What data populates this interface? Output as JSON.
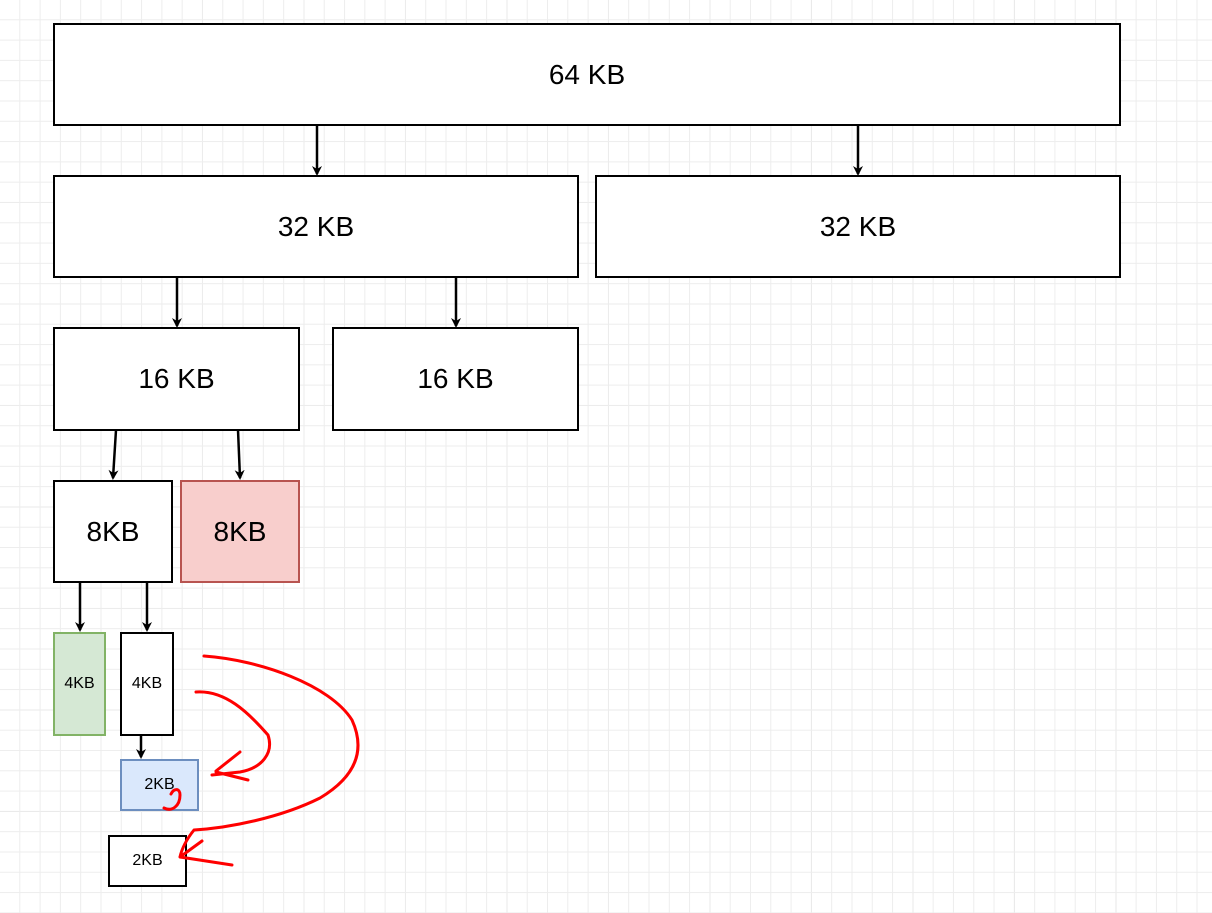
{
  "colors": {
    "node_border_default": "#000000",
    "node_fill_default": "#ffffff",
    "highlight_red_fill": "#f8cecc",
    "highlight_red_border": "#b85450",
    "highlight_green_fill": "#d5e8d4",
    "highlight_green_border": "#82b366",
    "highlight_blue_fill": "#dae8fc",
    "highlight_blue_border": "#6c8ebf",
    "annotation_stroke": "#ff0000"
  },
  "nodes": {
    "n64": "64 KB",
    "n32a": "32 KB",
    "n32b": "32 KB",
    "n16a": "16 KB",
    "n16b": "16 KB",
    "n8a": "8KB",
    "n8b": "8KB",
    "n4a": "4KB",
    "n4b": "4KB",
    "n2a": "2KB",
    "n2b": "2KB"
  }
}
